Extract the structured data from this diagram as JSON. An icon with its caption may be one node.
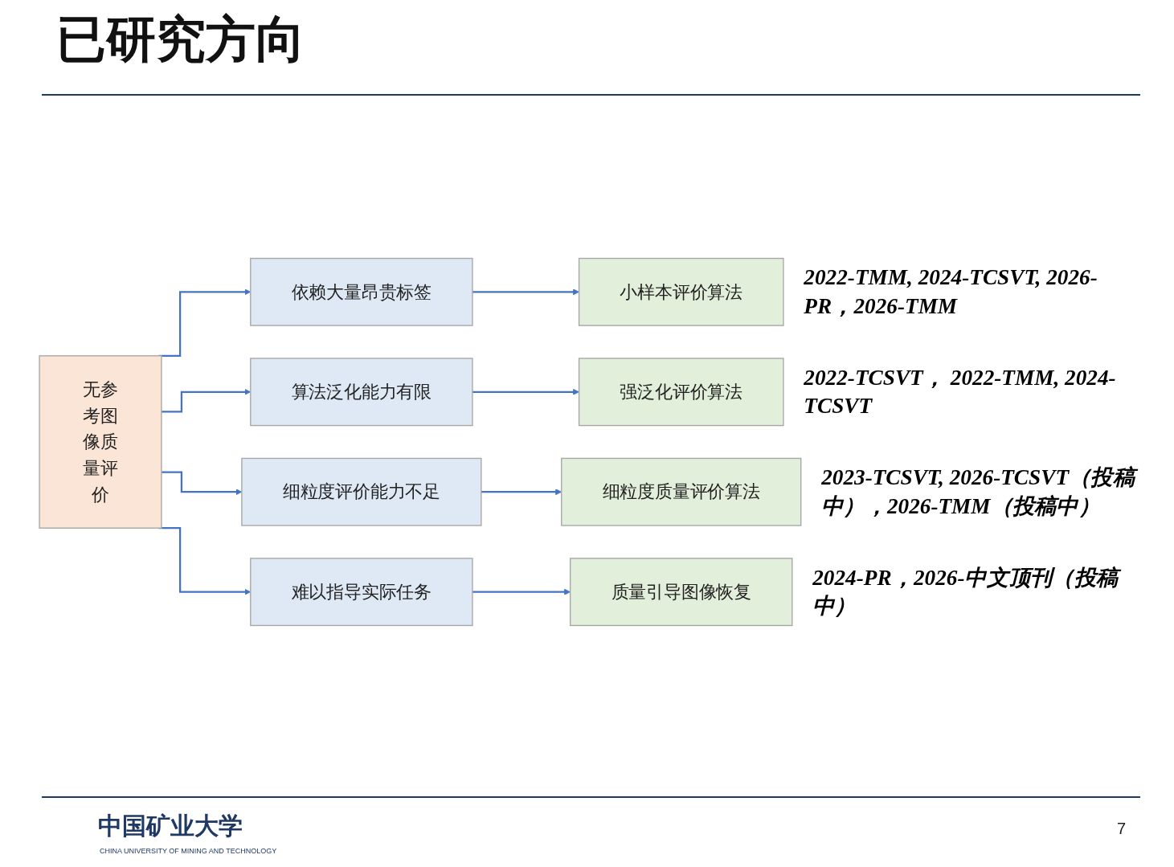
{
  "diagram": {
    "title": "已研究方向",
    "nodes": [
      {
        "text": [
          "无参考图像质量评价"
        ]
      },
      {
        "text": [
          "依赖大量昂贵标签"
        ]
      },
      {
        "text": [
          "小样本评价算法"
        ],
        "beside": [
          "2022-TMM, 2024-TCSVT, 2026-PR，2026-TMM"
        ]
      },
      {
        "text": [
          "算法泛化能力有限"
        ]
      },
      {
        "text": [
          "强泛化评价算法"
        ],
        "beside": [
          "2022-TCSVT， 2022-TMM, 2024-TCSVT"
        ]
      },
      {
        "text": [
          "细粒度评价能力不足"
        ]
      },
      {
        "text": [
          "细粒度质量评价算法"
        ],
        "beside": [
          "2023-TCSVT, 2026-TCSVT（投稿中），2026-TMM（投稿中）"
        ]
      },
      {
        "text": [
          "难以指导实际任务"
        ]
      },
      {
        "text": [
          "质量引导图像恢复"
        ],
        "beside": [
          "2024-PR，2026-中文顶刊（投稿中）"
        ]
      }
    ],
    "edges": [
      {
        "from": 0,
        "to": 1,
        "arrow": "to"
      },
      {
        "from": 0,
        "to": 3,
        "arrow": "to"
      },
      {
        "from": 0,
        "to": 5,
        "arrow": "to"
      },
      {
        "from": 0,
        "to": 7,
        "arrow": "to"
      },
      {
        "from": 1,
        "to": 2,
        "arrow": "to"
      },
      {
        "from": 3,
        "to": 4,
        "arrow": "to"
      },
      {
        "from": 5,
        "to": 6,
        "arrow": "to"
      },
      {
        "from": 7,
        "to": 8,
        "arrow": "to"
      }
    ],
    "labels": [
      "中国矿业大学",
      "CHINA UNIVERSITY OF MINING AND TECHNOLOGY",
      "7"
    ]
  }
}
